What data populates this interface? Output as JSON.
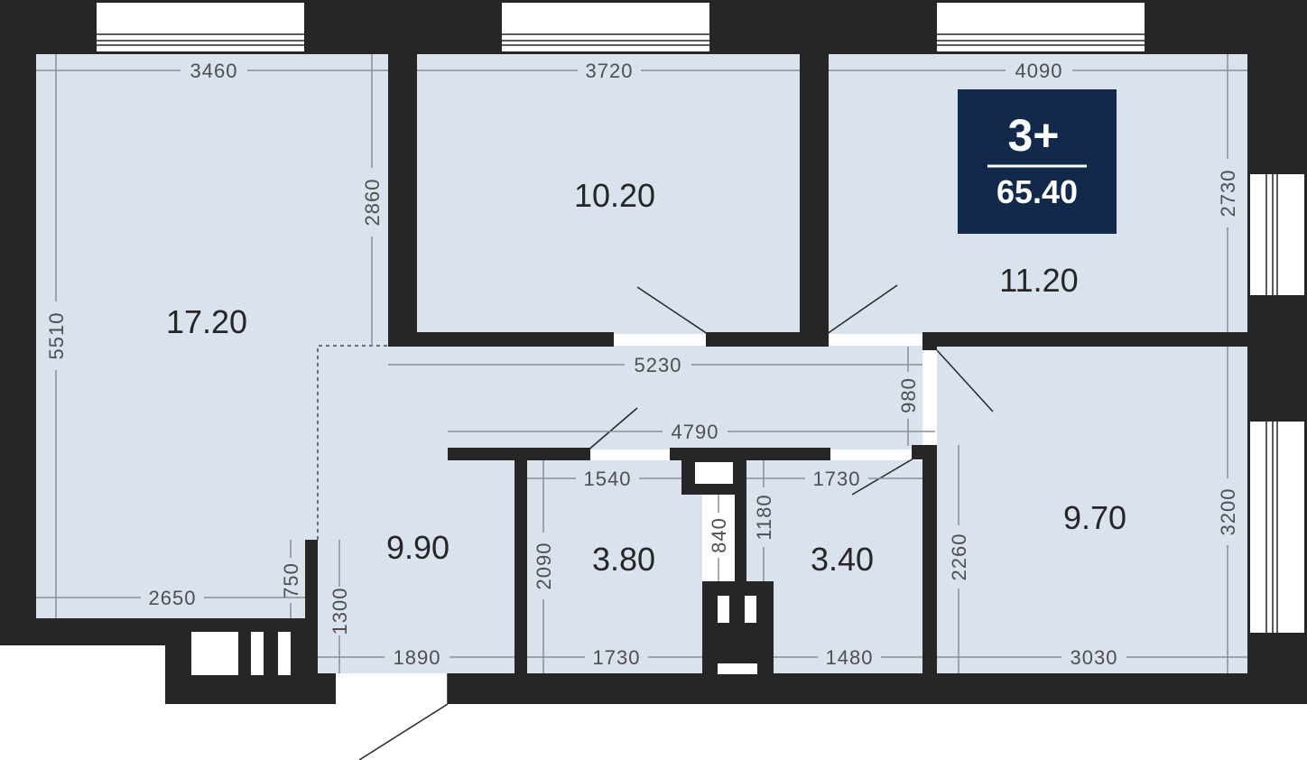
{
  "badge": {
    "rooms": "3+",
    "total_area": "65.40"
  },
  "rooms": [
    {
      "name": "room-1",
      "area": "17.20"
    },
    {
      "name": "room-2",
      "area": "10.20"
    },
    {
      "name": "room-3",
      "area": "11.20"
    },
    {
      "name": "hall",
      "area": "9.90"
    },
    {
      "name": "bathroom-1",
      "area": "3.80"
    },
    {
      "name": "bathroom-2",
      "area": "3.40"
    },
    {
      "name": "kitchen",
      "area": "9.70"
    }
  ],
  "dimensions": {
    "d3460": "3460",
    "d3720": "3720",
    "d4090": "4090",
    "d2860": "2860",
    "d5510": "5510",
    "d2730": "2730",
    "d5230": "5230",
    "d980": "980",
    "d4790": "4790",
    "d1540": "1540",
    "d1730a": "1730",
    "d2650": "2650",
    "d750": "750",
    "d1300": "1300",
    "d2090": "2090",
    "d840": "840",
    "d1180": "1180",
    "d2260": "2260",
    "d3200": "3200",
    "d1890": "1890",
    "d1730b": "1730",
    "d1480": "1480",
    "d3030": "3030"
  }
}
